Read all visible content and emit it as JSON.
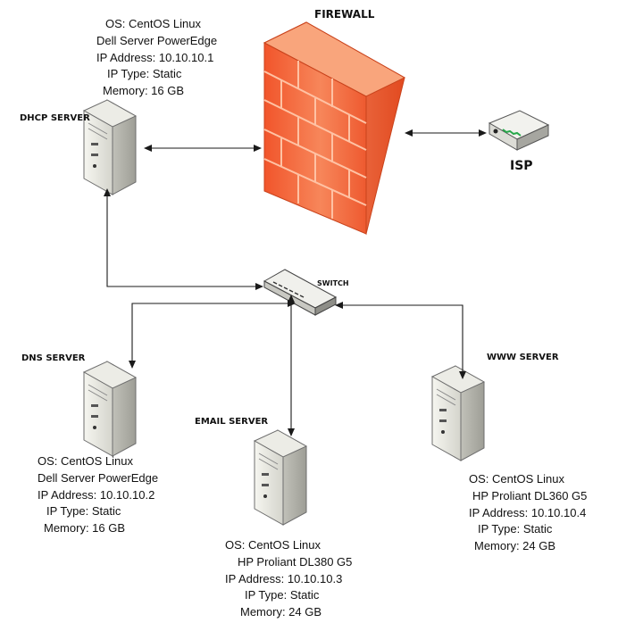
{
  "labels": {
    "firewall": "FIREWALL",
    "isp": "ISP",
    "switch": "SWITCH",
    "dhcp": "DHCP SERVER",
    "dns": "DNS SERVER",
    "email": "EMAIL SERVER",
    "www": "WWW SERVER"
  },
  "servers": {
    "dhcp": {
      "os": "OS: CentOS Linux",
      "model": "Dell Server PowerEdge",
      "ip": "IP Address: 10.10.10.1",
      "ip_type": "IP Type: Static",
      "memory": "Memory: 16 GB"
    },
    "dns": {
      "os": "OS: CentOS Linux",
      "model": "Dell Server PowerEdge",
      "ip": "IP Address: 10.10.10.2",
      "ip_type": "IP Type: Static",
      "memory": "Memory: 16 GB"
    },
    "email": {
      "os": "OS: CentOS Linux",
      "model": "HP Proliant DL380 G5",
      "ip": "IP Address: 10.10.10.3",
      "ip_type": "IP Type: Static",
      "memory": "Memory: 24 GB"
    },
    "www": {
      "os": "OS: CentOS Linux",
      "model": "HP Proliant DL360 G5",
      "ip": "IP Address: 10.10.10.4",
      "ip_type": "IP Type: Static",
      "memory": "Memory: 24 GB"
    }
  },
  "colors": {
    "firewall_brick": "#f26b3e",
    "firewall_mortar": "#ffb894",
    "connector": "#1a1a1a"
  }
}
